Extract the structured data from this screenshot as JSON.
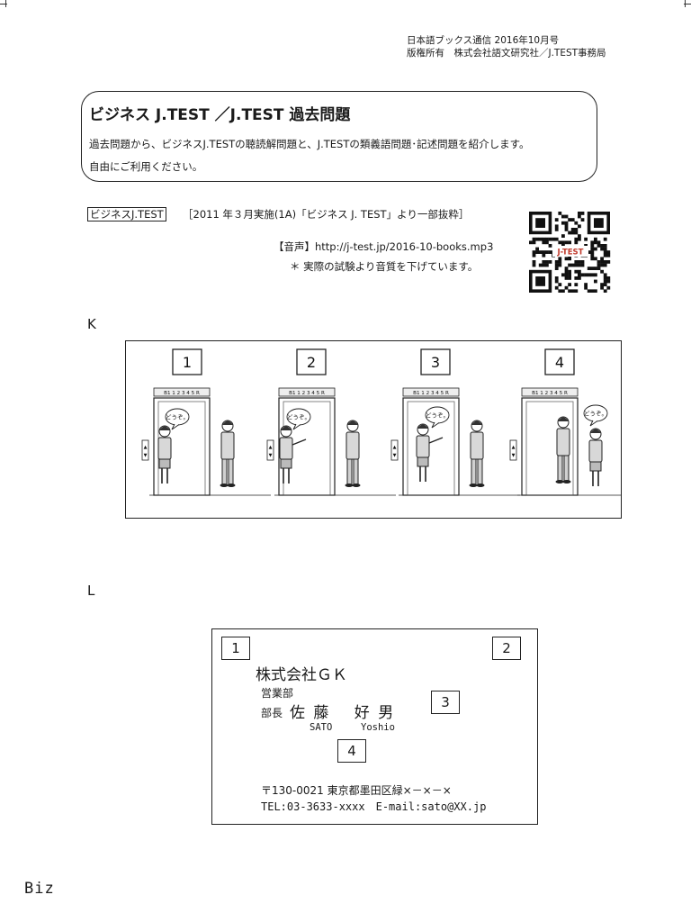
{
  "header": {
    "publication": "日本語ブックス通信 2016年10月号",
    "copyright": "版権所有　株式会社語文研究社／J.TEST事務局"
  },
  "intro": {
    "title": "ビジネス J.TEST ／J.TEST 過去問題",
    "desc_line1": "過去問題から、ビジネスJ.TESTの聴読解問題と、J.TESTの類義語問題･記述問題を紹介します。",
    "desc_line2": "自由にご利用ください。"
  },
  "source": {
    "tag": "ビジネスJ.TEST",
    "text": "［2011 年３月実施(1A)「ビジネス J. TEST」より一部抜粋］",
    "audio": "【音声】http://j-test.jp/2016-10-books.mp3",
    "note": "＊ 実際の試験より音質を下げています。",
    "qr_label": "J-TEST"
  },
  "question_k": {
    "label": "K",
    "options": [
      "1",
      "2",
      "3",
      "4"
    ],
    "floor_indicator": "B1 1 2 3 4 5 R",
    "speech": "どうぞ。"
  },
  "question_l": {
    "label": "L",
    "options": [
      "1",
      "2",
      "3",
      "4"
    ],
    "card": {
      "company": "株式会社ＧＫ",
      "department": "営業部",
      "position": "部長",
      "name": "佐 藤　 好 男",
      "romaji_family": "SATO",
      "romaji_given": "Yoshio",
      "address": "〒130-0021 東京都墨田区緑×－×－×",
      "contact": "TEL:03-3633-xxxx　E-mail:sato@XX.jp"
    }
  },
  "footer": {
    "text": "Biz"
  }
}
